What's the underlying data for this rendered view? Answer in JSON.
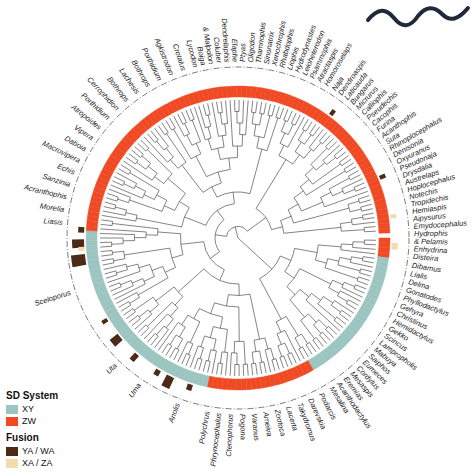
{
  "diagram": {
    "labels": [
      "Liasis",
      "Morelia",
      "Acranthophis",
      "Sanzinia",
      "Echis",
      "Macrovipera",
      "Daboia",
      "Vipera",
      "Atropoides",
      "Porthidium",
      "Cerrophidion",
      "Bothrops",
      "Lachesis",
      "Bothrops",
      "Porthidium",
      "Agkistrodon",
      "Crotalus",
      "Lycodon",
      "Boiga",
      "& Malpolon",
      "Coluber",
      "Dendrelaphis",
      "Elaphe",
      "Ptyas",
      "Oligodon",
      "Thamnophis",
      "Sinonatrix",
      "Xenochrophis",
      "Rhabdophis",
      "Liophis",
      "Hydrodynastes",
      "Leioheterodon",
      "Psammophis",
      "Atractaspis",
      "Homoroselaps",
      "Naja",
      "Dendroaspis",
      "Laticauda",
      "Bungarus",
      "Micrurus",
      "Calliophis",
      "Pseudechis",
      "Cacophis",
      "Furina",
      "Acanthophis",
      "Suta",
      "Rhinoplocephalus",
      "Denisonia",
      "Oxyuranus",
      "Pseudonaja",
      "Drysdalia",
      "Austrelaps",
      "Hoplocephalus",
      "Notechis",
      "Tropidechis",
      "Hemiaspis",
      "Aipysurus",
      "Emydocephalus",
      "Hydrophis",
      "& Pelamis",
      "Enhydrina",
      "Disteira",
      "Dibamus",
      "Lialis",
      "Delma",
      "Gonatodes",
      "Phyllodactylus",
      "Gehyra",
      "Christinus",
      "Hemidactylus",
      "Gekko",
      "Scincus",
      "Lampropholis",
      "Mabuya",
      "Saiphos",
      "Eumeces",
      "Cordylus",
      "Mesaspis",
      "Eremias",
      "Acanthodactylus",
      "Mesalina",
      "Podarcis",
      "Darevskia",
      "Takydromus",
      "Lacerta",
      "Zootoca",
      "Ameiva",
      "Varanus",
      "Pogona",
      "Ctenophorus",
      "Phrynocephalus",
      "Polychrus",
      "Anolis",
      "Uma",
      "Uta",
      "Sceloporus",
      "SD System",
      "Fusion"
    ],
    "legend": [
      {
        "text": "XY",
        "color": "#9cc5c1"
      },
      {
        "text": "ZW",
        "color": "#ef4a24"
      },
      {
        "text": "YA / WA",
        "color": "#4b2a17"
      },
      {
        "text": "XA / ZA",
        "color": "#f2dcae"
      }
    ]
  }
}
